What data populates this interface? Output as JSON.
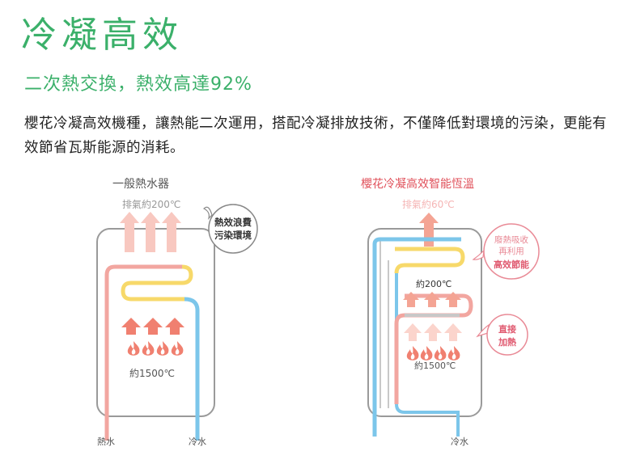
{
  "header": {
    "title": "冷凝高效",
    "subtitle": "二次熱交換，熱效高達92%",
    "description": "櫻花冷凝高效機種，讓熱能二次運用，搭配冷凝排放技術，不僅降低對環境的污染，更能有效節省瓦斯能源的消耗。"
  },
  "left_diagram": {
    "title": "一般熱水器",
    "exhaust_label": "排氣約200℃",
    "bubble_line1": "熱效浪費",
    "bubble_line2": "污染環境",
    "flame_temp": "約1500℃",
    "hot_outlet": "熱水",
    "cold_inlet": "冷水"
  },
  "right_diagram": {
    "title": "櫻花冷凝高效智能恆溫",
    "exhaust_label": "排氣約60℃",
    "bubble1_line1": "廢熱吸收",
    "bubble1_line2": "再利用",
    "bubble1_line3": "高效節能",
    "mid_temp": "約200℃",
    "bubble2_line1": "直接",
    "bubble2_line2": "加熱",
    "flame_temp": "約1500℃",
    "cold_inlet": "冷水"
  },
  "colors": {
    "accent_green": "#3bb06a",
    "red_accent": "#e0505a",
    "hot_pipe": "#f2a6a0",
    "cold_pipe": "#7cc6ea",
    "exchange_pipe": "#f7d96a",
    "flame": "#f08070",
    "pink_bubble": "#e98a96"
  }
}
